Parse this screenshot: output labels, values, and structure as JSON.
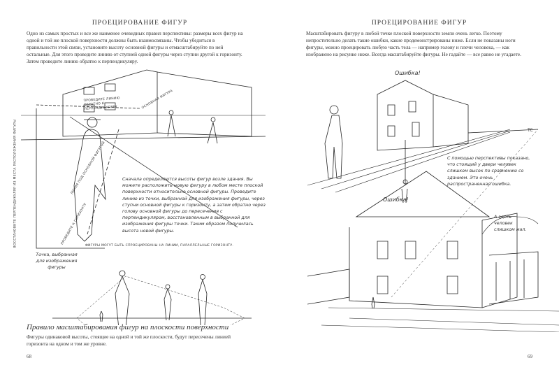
{
  "left_page": {
    "title": "ПРОЕЦИРОВАНИЕ ФИГУР",
    "intro": "Одно из самых простых и все же наименее очевидных правил перспективы: размеры всех фигур на одной и той же плоской поверхности должны быть взаимосвязаны. Чтобы убедиться в правильности этой связи, установите высоту основной фигуры и отмасштабируйте по ней остальные. Для этого проведите линию от ступней одной фигуры через ступни другой к горизонту. Затем проведите линию обратно к перпендикуляру.",
    "labels": {
      "draw_back": "ПРОВЕДИТЕ ЛИНИЮ ОБРАТНО К ПЕРПЕНДИКУЛЯРУ",
      "main_figure": "ОСНОВНАЯ ФИГУРА",
      "line_under": "ЛИНИЯ ПОД ОСНОВНОЙ ФИГУРОЙ",
      "to_horizon": "ПРОВЕДИТЕ К ГОРИЗОНТУ",
      "perpendicular": "ВОССТАНОВИТЕ ПЕРПЕНДИКУЛЯР ИЗ МЕСТА РАСПОЛОЖЕНИЯ ФИГУРЫ",
      "parallel": "ФИГУРЫ МОГУТ БЫТЬ СПРОЕЦИРОВАНЫ НА ЛИНИИ, ПАРАЛЛЕЛЬНЫЕ ГОРИЗОНТУ.",
      "chosen_point": "Точка, выбранная для изображения фигуры"
    },
    "note": "Сначала определяются высоты фигур возле здания. Вы можете расположить новую фигуру в любом месте плоской поверхности относительно основной фигуры. Проведите линию из точки, выбранной для изображения фигуры, через ступни основной фигуры к горизонту, а затем обратно через голову основной фигуры до пересечения с перпендикуляром, восстановленным в выбранной для изображения фигуры точки. Таким образом получилась высота новой фигуры.",
    "subheading": "Правило масштабирования фигур на плоскости поверхности",
    "body": "Фигуры одинаковой высоты, стоящие на одной и той же плоскости, будут пересечены линией горизонта на одном и том же уровне.",
    "page_number": "68"
  },
  "right_page": {
    "title": "ПРОЕЦИРОВАНИЕ ФИГУР",
    "intro": "Масштабировать фигуру в любой точке плоской поверхности земли очень легко. Поэтому непростительно делать такие ошибки, какие продемонстрированы ниже. Если не показаны ноги фигуры, можно проецировать любую часть тела — например голову и плечи человека, — как изображено на рисунке ниже. Всегда масштабируйте фигуры. Не гадайте — все равно не угадаете.",
    "error1": "Ошибка!",
    "error2": "Ошибка!",
    "vp": "TC",
    "note": "С помощью перспективы показано, что стоящий у двери человек слишком высок по сравнению со зданием. Это очень распространенная ошибка.",
    "small_note": "А здесь человек слишком мал.",
    "page_number": "69"
  }
}
